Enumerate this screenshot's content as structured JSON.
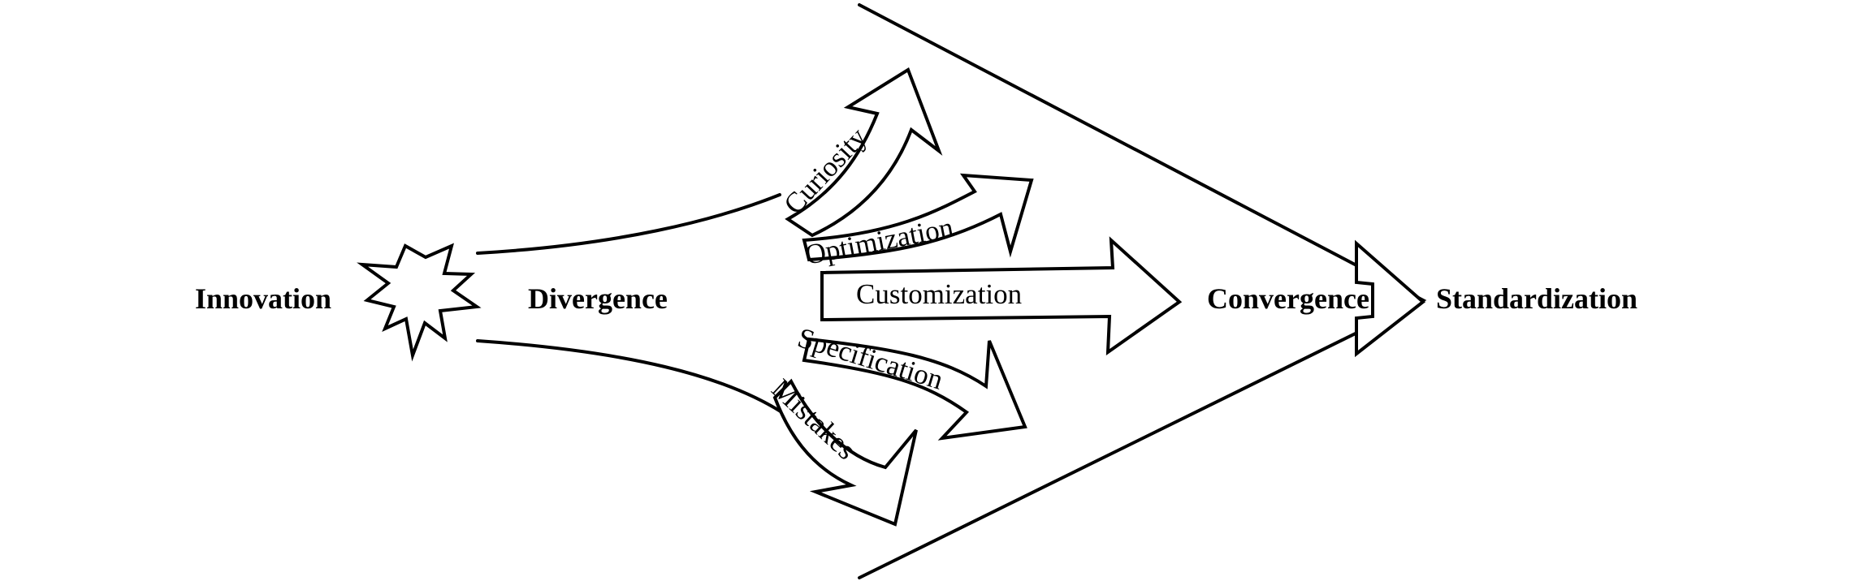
{
  "diagram": {
    "nodes": {
      "innovation": "Innovation",
      "divergence": "Divergence",
      "convergence": "Convergence",
      "standardization": "Standardization"
    },
    "arrows": {
      "curiosity": "Curiosity",
      "optimization": "Optimization",
      "customization": "Customization",
      "specification": "Specification",
      "mistakes": "Mistakes"
    }
  }
}
